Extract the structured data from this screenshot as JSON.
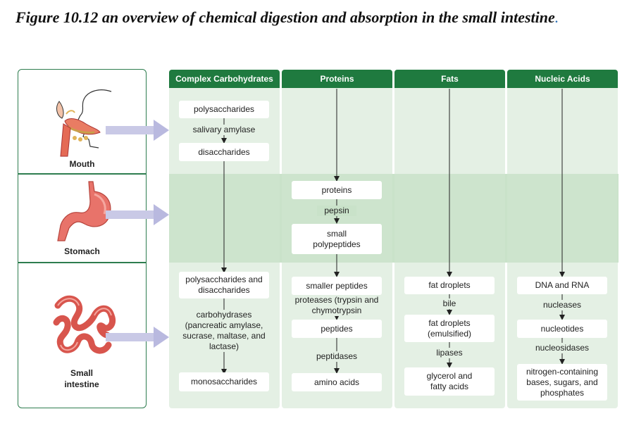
{
  "title": "Figure 10.12 an overview of chemical digestion and absorption in the small intestine",
  "title_punct": ".",
  "organs": [
    {
      "label": "Mouth"
    },
    {
      "label": "Stomach"
    },
    {
      "label": "Small intestine"
    }
  ],
  "columns": [
    {
      "header": "Complex Carbohydrates"
    },
    {
      "header": "Proteins"
    },
    {
      "header": "Fats"
    },
    {
      "header": "Nucleic Acids"
    }
  ],
  "carbs": {
    "mouth_substrate": "polysaccharides",
    "mouth_enzyme": "salivary amylase",
    "mouth_product": "disaccharides",
    "si_substrate": "polysaccharides and disaccharides",
    "si_enzyme": "carbohydrases (pancreatic amylase, sucrase, maltase, and lactase)",
    "si_product": "monosaccharides"
  },
  "proteins": {
    "stomach_substrate": "proteins",
    "stomach_enzyme": "pepsin",
    "stomach_product": "small polypeptides",
    "si_substrate": "smaller peptides",
    "si_enzyme1": "proteases (trypsin and chymotrypsin",
    "si_product1": "peptides",
    "si_enzyme2": "peptidases",
    "si_product2": "amino acids"
  },
  "fats": {
    "si_substrate": "fat droplets",
    "si_agent": "bile",
    "si_product1": "fat droplets (emulsified)",
    "si_enzyme": "lipases",
    "si_product2": "glycerol and fatty acids"
  },
  "nucleic": {
    "si_substrate": "DNA and RNA",
    "si_enzyme1": "nucleases",
    "si_product1": "nucleotides",
    "si_enzyme2": "nucleosidases",
    "si_product2": "nitrogen-containing bases, sugars, and phosphates"
  },
  "colors": {
    "header_green": "#1f7a3f",
    "column_bg": "#e4f0e4",
    "band_bg": "#c9e2c9",
    "organ_border": "#2e7d4f",
    "arrow_lavender": "#c9c9e6"
  },
  "icons": [
    "mouth-illustration",
    "stomach-illustration",
    "small-intestine-illustration"
  ]
}
